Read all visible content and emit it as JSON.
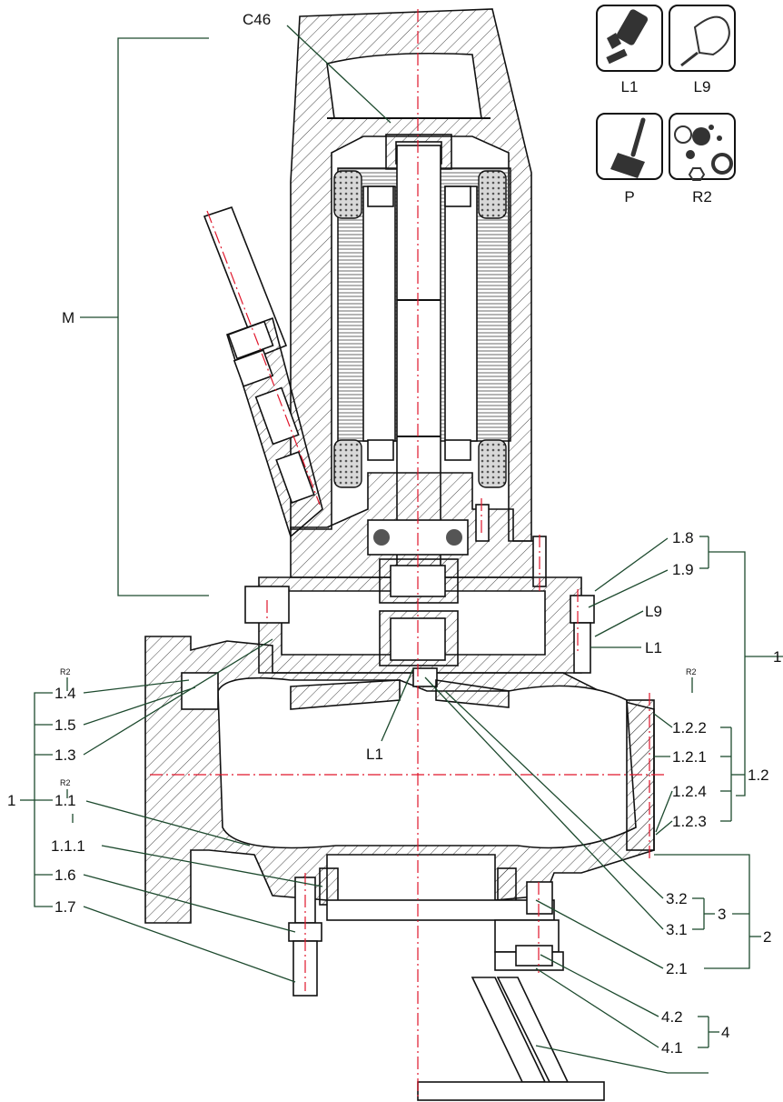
{
  "icons": [
    {
      "name": "lubricant-bottle-with-bolt-icon",
      "caption": "L1"
    },
    {
      "name": "glue-bottle-icon",
      "caption": "L9"
    },
    {
      "name": "paint-brush-icon",
      "caption": "P"
    },
    {
      "name": "seal-kit-icon",
      "caption": "R2"
    }
  ],
  "labels": {
    "c46": "C46",
    "m": "M",
    "l1_center": "L1",
    "l1_right": "L1",
    "l9_right": "L9",
    "p1_8": "1.8",
    "p1_9": "1.9",
    "p1_right": "1",
    "p1_2_2": "1.2.2",
    "p1_2_1": "1.2.1",
    "p1_2_4": "1.2.4",
    "p1_2_3": "1.2.3",
    "p1_2": "1.2",
    "r2_right": "R2",
    "p3_2": "3.2",
    "p3_1": "3.1",
    "p3": "3",
    "p2": "2",
    "p2_1": "2.1",
    "p4_2": "4.2",
    "p4_1": "4.1",
    "p4": "4",
    "r2_left_a": "R2",
    "p1_4": "1.4",
    "p1_5": "1.5",
    "p1_3": "1.3",
    "r2_left_b": "R2",
    "p1_left": "1",
    "p1_1": "1.1",
    "p1_1_1": "1.1.1",
    "p1_6": "1.6",
    "p1_7": "1.7"
  },
  "colors": {
    "centerline": "#e0162b",
    "leader": "#1d4a2e",
    "outline": "#111111"
  }
}
